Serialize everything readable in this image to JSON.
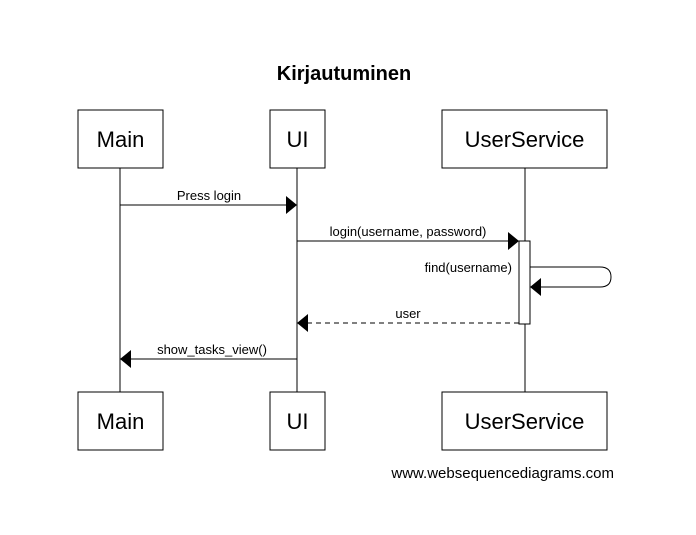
{
  "diagram": {
    "title": "Kirjautuminen",
    "participants": [
      {
        "id": "main",
        "label": "Main"
      },
      {
        "id": "ui",
        "label": "UI"
      },
      {
        "id": "userservice",
        "label": "UserService"
      }
    ],
    "messages": [
      {
        "from": "Main",
        "to": "UI",
        "label": "Press login",
        "style": "solid"
      },
      {
        "from": "UI",
        "to": "UserService",
        "label": "login(username, password)",
        "style": "solid"
      },
      {
        "from": "UserService",
        "to": "UserService",
        "label": "find(username)",
        "style": "solid"
      },
      {
        "from": "UserService",
        "to": "UI",
        "label": "user",
        "style": "dashed"
      },
      {
        "from": "UI",
        "to": "Main",
        "label": "show_tasks_view()",
        "style": "solid"
      }
    ],
    "watermark": "www.websequencediagrams.com"
  }
}
